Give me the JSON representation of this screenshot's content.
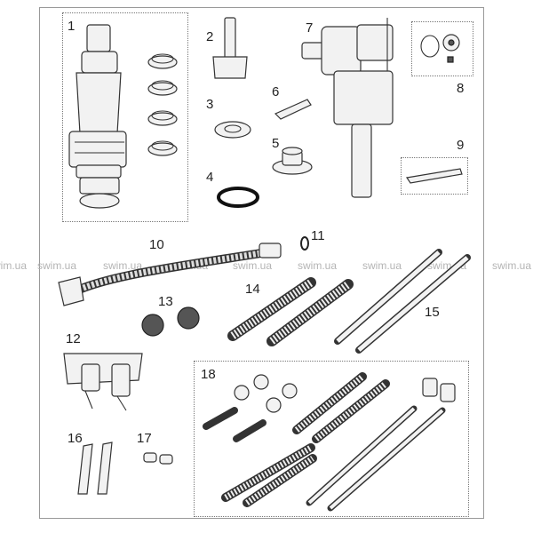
{
  "labels": {
    "n1": "1",
    "n2": "2",
    "n3": "3",
    "n4": "4",
    "n5": "5",
    "n6": "6",
    "n7": "7",
    "n8": "8",
    "n9": "9",
    "n10": "10",
    "n11": "11",
    "n12": "12",
    "n13": "13",
    "n14": "14",
    "n15": "15",
    "n16": "16",
    "n17": "17",
    "n18": "18"
  },
  "watermark": "swim.ua"
}
